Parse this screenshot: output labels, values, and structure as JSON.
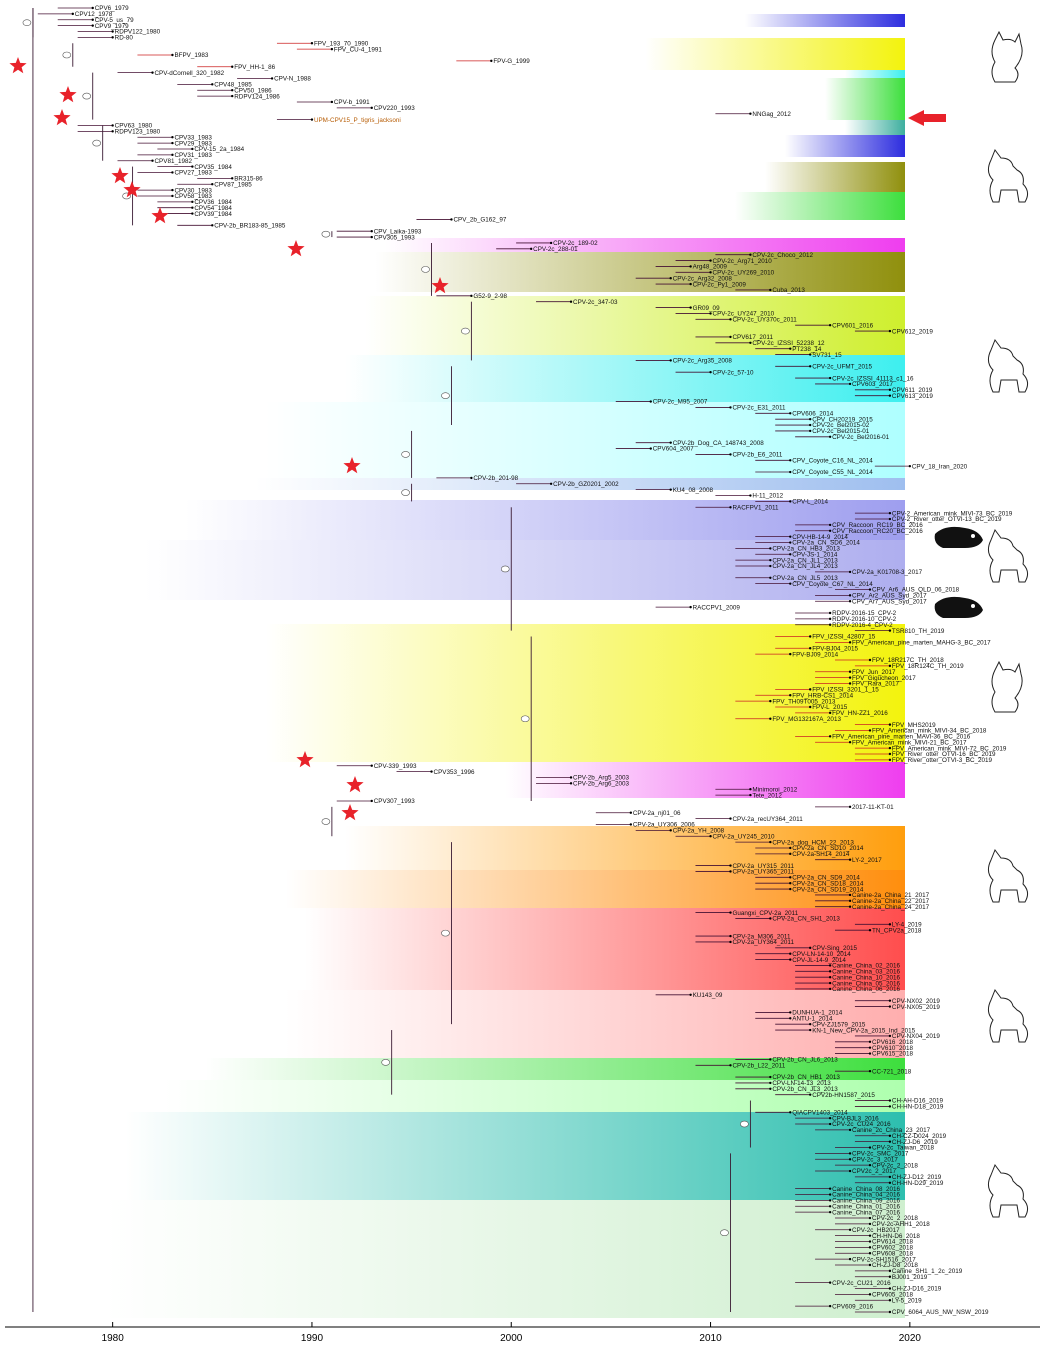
{
  "axis": {
    "ticks": [
      "1980",
      "1990",
      "2000",
      "2010",
      "2020"
    ]
  },
  "labels": [
    "CPV6_1979",
    "CPV12_1978",
    "CPV-5_us_79",
    "CPV9_1979",
    "RDPV122_1980",
    "RD-80",
    "FPV_193_70_1990",
    "FPV_CU-4_1991",
    "BFPV_1983",
    "FPV-G_1999",
    "FPV_HH-1_86",
    "CPV-dCornell_320_1982",
    "CPV-N_1988",
    "CPV48_1985",
    "CPV50_1986",
    "RDPV124_1986",
    "CPV-b_1991",
    "CPV220_1993",
    "NNGag_2012",
    "UPM-CPV15_P_tigris_jacksoni",
    "CPV63_1980",
    "RDPV123_1980",
    "CPV33_1983",
    "CPV29_1983",
    "CPV-15_2a_1984",
    "CPV31_1983",
    "CPV81_1982",
    "CPV35_1984",
    "CPV27_1983",
    "BR315-86",
    "CPV87_1985",
    "CPV30_1983",
    "CPV58_1983",
    "CPV36_1984",
    "CPV54_1984",
    "CPV39_1984",
    "CPV_2b_G162_97",
    "CPV-2b_BR183-85_1985",
    "CPV_Laika-1993",
    "CPV305_1993",
    "CPV-2c_189-02",
    "CPV-2c_288-01",
    "CPV-2c_Choco_2012",
    "CPV-2c_Arg71_2010",
    "Arg48_2009",
    "CPV-2c_UY269_2010",
    "CPV-2c_Arg32_2008",
    "CPV-2c_Py1_2009",
    "Cuba_2013",
    "G52-9_2-98",
    "CPV-2c_347-03",
    "GR09_09",
    "CPV-2c_UY247_2010",
    "CPV-2c_UY370c_2011",
    "CPV601_2016",
    "CPV612_2019",
    "CPV617_2011",
    "CPV-2c_IZSSI_52238_12",
    "PT238_14",
    "SV731_15",
    "CPV-2c_Arg35_2008",
    "CPV-2c_UFMT_2015",
    "CPV-2c_57-10",
    "CPV-2c_IZSSI_41113_c1_16",
    "CPV603_2017",
    "CPV611_2019",
    "CPV613_2019",
    "CPV-2c_M95_2007",
    "CPV-2c_E31_2011",
    "CPV606_2014",
    "CPV_CH20219_2015",
    "CPV-2c_Bel2015-02",
    "CPV-2c_Bel2015-01",
    "CPV-2c_Bel2016-01",
    "CPV-2b_Dog_CA_148743_2008",
    "CPV604_2007",
    "CPV-2b_E6_2011",
    "CPV_Coyote_C16_NL_2014",
    "CPV_18_Iran_2020",
    "CPV_Coyote_C55_NL_2014",
    "CPV-2b_201-98",
    "CPV-2b_GZ0201_2002",
    "KU4_08_2008",
    "H-11_2012",
    "CPV-L_2014",
    "RACFPV1_2011",
    "CPV-2_American_mink_MIVI-73_BC_2019",
    "CPV-2_River_otter_OTVI-13_BC_2019",
    "CPV_Raccoon_RC19_BC_2016",
    "CPV_Raccoon_RC20_BC_2016",
    "CPV-HB-14-9_2014",
    "CPV-2a_CN_SD6_2014",
    "CPV-2a_CN_HB3_2013",
    "CPV-JS-1_2014",
    "CPV-2a_CN_JL1_2013",
    "CPV-2a_CN_JL4_2013",
    "CPV-2a_K01708-3_2017",
    "CPV-2a_CN_JL5_2013",
    "CPV_Coyote_C67_NL_2014",
    "CPV_Ar6_AUS_QLD_06_2018",
    "CPV_Ar2_AUS_Syd_2017",
    "CPV_Ar7_AUS_Syd_2017",
    "RACCPV1_2009",
    "RDPV-2016-15_CPV-2",
    "RDPV-2016-10_CPV-2",
    "RDPV-2016-4_CPV-2",
    "TSR810_TH_2019",
    "FPV_IZSSI_42807_15",
    "FPV_American_pine_marten_MAHG-3_BC_2017",
    "FPV-BJ04_2015",
    "FPV-BJ09_2014",
    "FPV_18R217C_TH_2018",
    "FPV_18R124C_TH_2019",
    "FPV_Jun_2017",
    "FPV_Gigucheon_2017",
    "FPV_Rara_2017",
    "FPV_IZSSI_3201_1_15",
    "FPV_HRB-CS1_2014",
    "FPV_TH09T005_2013",
    "FPV-L_2015",
    "FPV_HN-ZZ1_2016",
    "FPV_MG132167A_2013",
    "FPV_MHS2019",
    "FPV_American_mink_MIVI-34_BC_2018",
    "FPV_American_pine_marten_MAVI-36_BC_2016",
    "FPV_American_mink_MIVI-21_BC_2017",
    "FPV_American_mink_MIVI-72_BC_2019",
    "FPV_River_otter_OTVI-16_BC_2019",
    "FPV_River_otter_OTVI-3_BC_2019",
    "CPV-339_1993",
    "CPV353_1996",
    "CPV-2b_Arg5_2003",
    "CPV-2b_Arg6_2003",
    "Minimoroi_2012",
    "Tete_2012",
    "CPV307_1993",
    "2017-11-KT-01",
    "CPV-2a_nj01_06",
    "CPV-2a_recUY364_2011",
    "CPV-2a_UY306_2006",
    "CPV-2a_YH_2008",
    "CPV-2a_UY245_2010",
    "CPV-2a_dog_HCM_22_2013",
    "CPV-2a_CN_SD10_2014",
    "CPV-2a-SH14_2014",
    "LY-2_2017",
    "CPV-2a_UY315_2011",
    "CPV-2a_UY365_2011",
    "CPV-2a_CN_SD9_2014",
    "CPV-2a_CN_SD18_2014",
    "CPV-2a_CN_SD19_2014",
    "Canine-2a_China_21_2017",
    "Canine-2a_China_22_2017",
    "Canine-2a_China_24_2017",
    "Guangxi_CPV-2a_2011",
    "CPV-2a_CN_SH1_2013",
    "LY-4_2019",
    "TN_CPV2a_2018",
    "CPV-2a_M306_2011",
    "CPV-2a_UY364_2011",
    "CPV-Sing_2015",
    "CPV-LN-14-10_2014",
    "CPV-JL-14-9_2014",
    "Canine_China_02_2016",
    "Canine_China_03_2016",
    "Canine_China_10_2016",
    "Canine_China_05_2016",
    "Canine_China_06_2016",
    "KU143_09",
    "CPV-NX02_2019",
    "CPV-NX05_2019",
    "DUNHUA-1_2014",
    "ANTU-1_2014",
    "CPV-ZJ1579_2015",
    "KN-1_New_CPV-2a_2015_Ind_2015",
    "CPV-NX04_2019",
    "CPV616_2018",
    "CPV610_2018",
    "CPV615_2018",
    "CPV-2b_CN_JL6_2013",
    "CPV-2b_L22_2011",
    "CC-721_2018",
    "CPV-2b_CN_HB1_2013",
    "CPV-LN-14-13_2013",
    "CPV-2b_CN_JL3_2013",
    "CPV2b-HN1587_2015",
    "CH-AH-D16_2019",
    "CH-HN-D18_2019",
    "QIACPV1403_2014",
    "CPV-BJL3_2016",
    "CPV-2c_CU24_2016",
    "Canine_2c_China_23_2017",
    "CH-CZ-D024_2019",
    "CH-ZJ-D6_2019",
    "CPV-2c_Taiwan_2018",
    "CPV-2c_SMC_2017",
    "CPV-2c_3_2017",
    "CPV-2c_2_2018",
    "CPV2c_2_2017",
    "CH-ZJ-D12_2019",
    "CH-HN-D29_2019",
    "Canine_China_08_2016",
    "Canine_China_04_2016",
    "Canine_China_09_2016",
    "Canine_China_01_2016",
    "Canine_China_07_2016",
    "CPV-2c_2_2018",
    "CPV-2c-AHH1_2018",
    "CPV-2c_HB2017",
    "CH-HN-D6_2018",
    "CPV614_2018",
    "CPV602_2018",
    "CPV608_2018",
    "CPV-2c-SH1516_2017",
    "CH-ZJ-D8_2018",
    "Canine_SH1_1_2c_2019",
    "BJ001_2019",
    "CPV-2c_CU21_2016",
    "CH-ZJ-D16_2019",
    "CPV605_2018",
    "LY-5_2019",
    "CPV609_2016",
    "CPV_6064_AUS_NW_NSW_2019"
  ],
  "highlight_label_index": 19,
  "colors": {
    "cpv_band": "#2222dd",
    "fpv_band": "#f2f200",
    "canine_green": "#33dd33",
    "canine_olive": "#8a8a00",
    "cyan": "#33eeee",
    "magenta": "#ee33ee",
    "lavender": "#9999ee",
    "orange": "#ff9900",
    "red": "#ff4444",
    "pink": "#ffaaaa",
    "star": "#e8222a",
    "arrow": "#e8222a",
    "fpv_branch": "#cc2222",
    "cpv_branch": "#441133"
  },
  "animal_icons": [
    "cat-icon",
    "dog-icon",
    "dog-icon",
    "raccoon-dog-icon",
    "dog-icon",
    "badger-icon",
    "cat-icon",
    "dog-icon",
    "dog-icon",
    "dog-icon"
  ]
}
